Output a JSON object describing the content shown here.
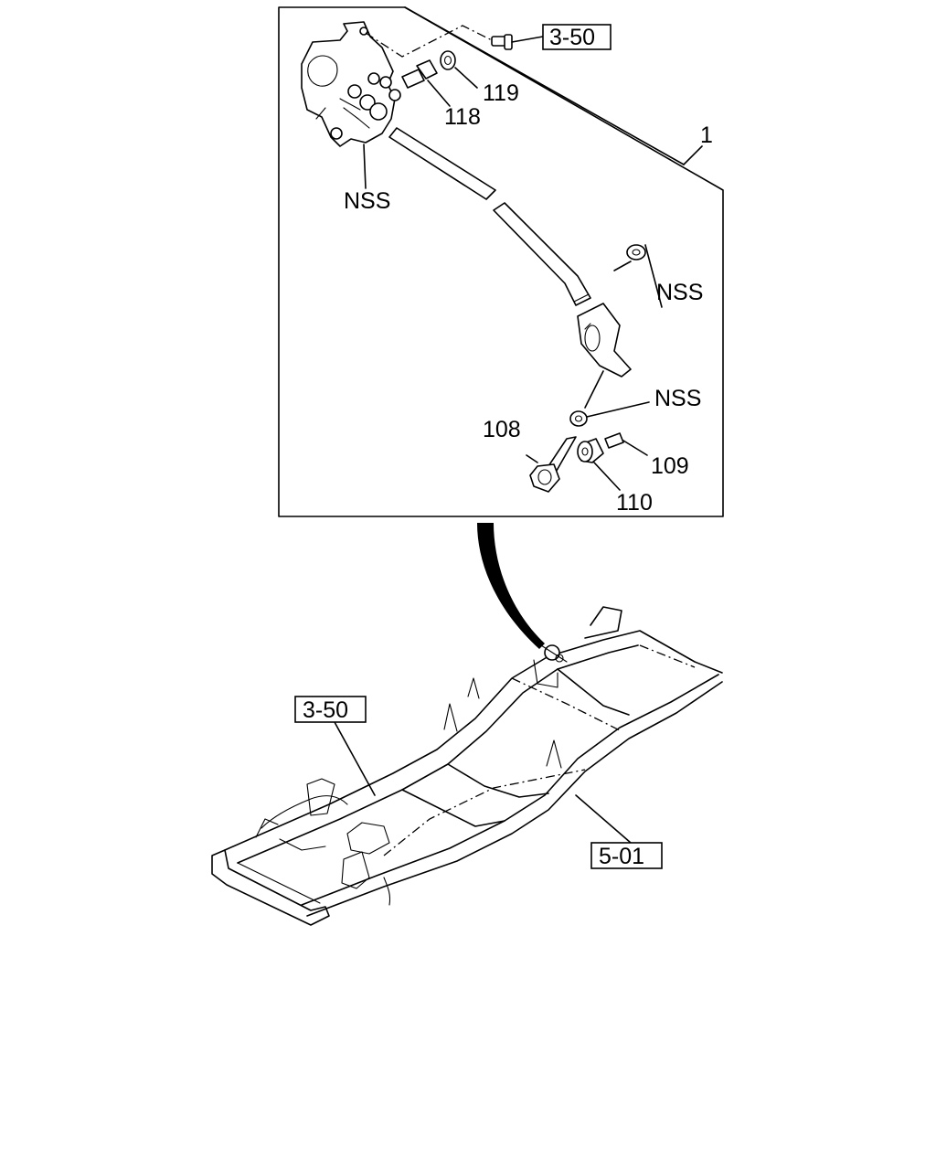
{
  "callouts": {
    "ref_3_50_top": "3-50",
    "assembly_1": "1",
    "p119": "119",
    "p118": "118",
    "nss_top": "NSS",
    "nss_mid": "NSS",
    "nss_low": "NSS",
    "p108": "108",
    "p109": "109",
    "p110": "110",
    "ref_3_50_frame": "3-50",
    "ref_5_01_frame": "5-01"
  }
}
